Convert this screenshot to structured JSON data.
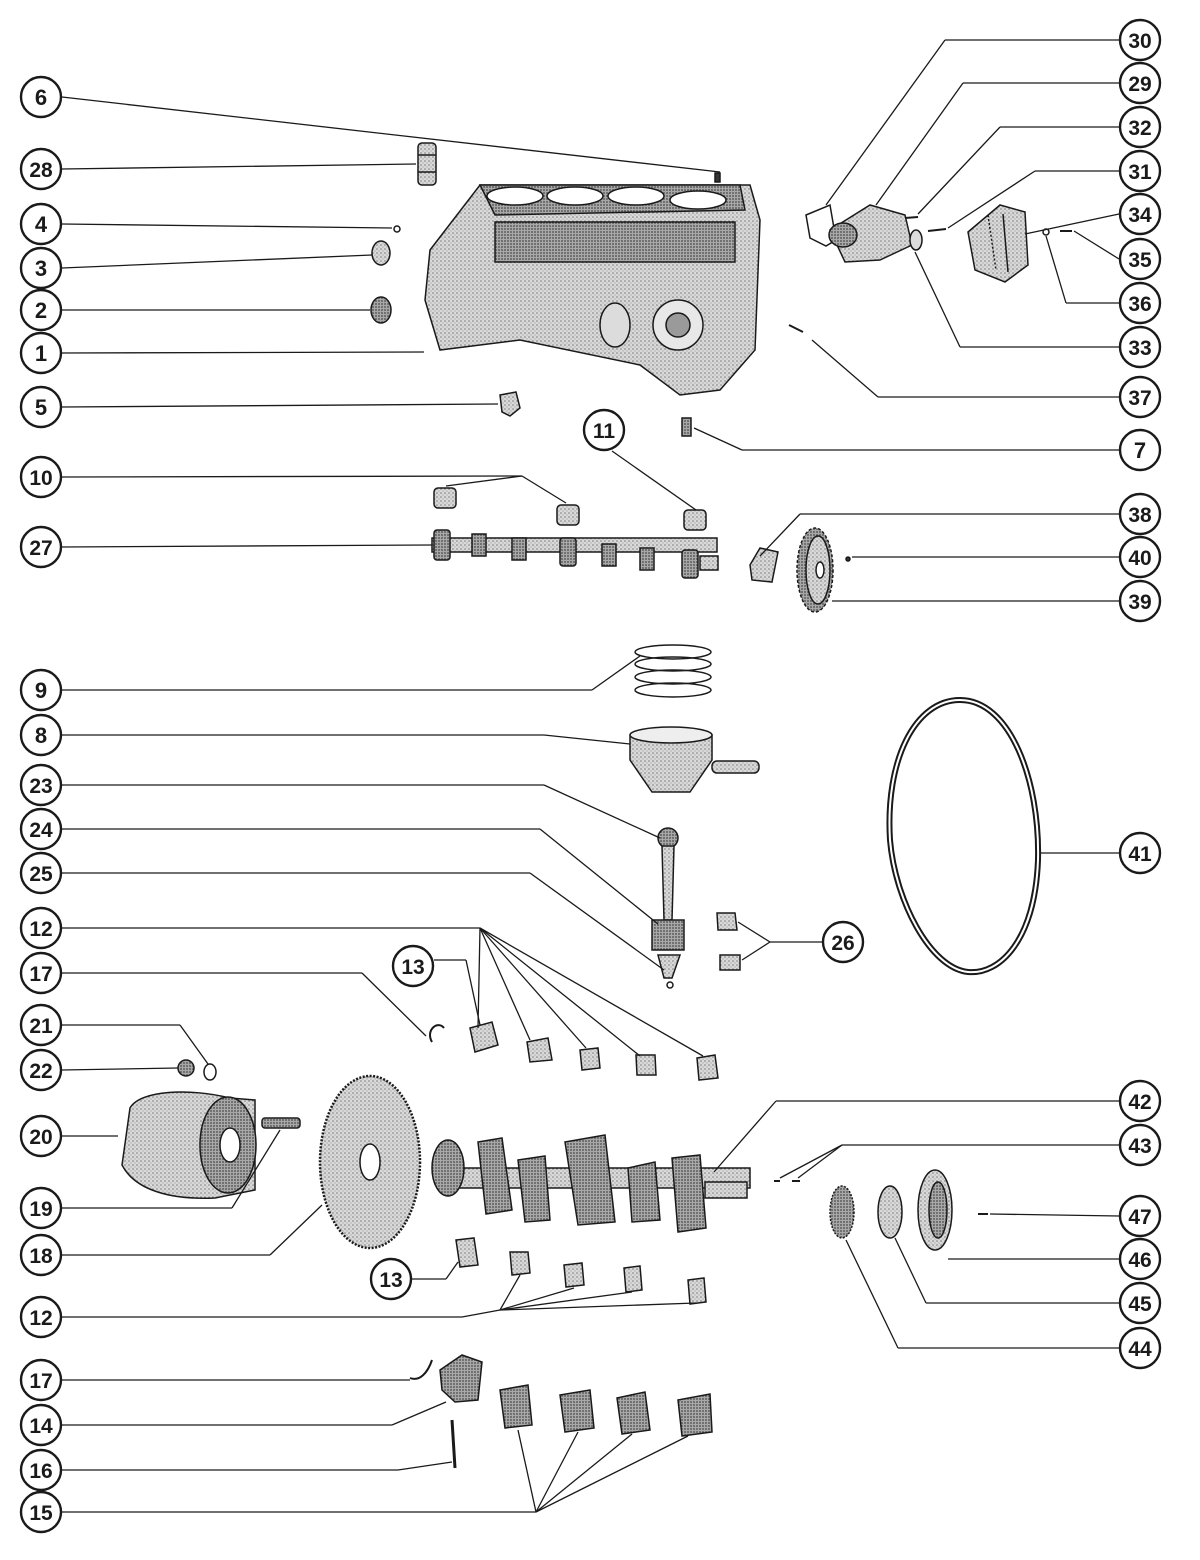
{
  "diagram": {
    "callouts": [
      {
        "id": "c1",
        "label": "1"
      },
      {
        "id": "c2",
        "label": "2"
      },
      {
        "id": "c3",
        "label": "3"
      },
      {
        "id": "c4",
        "label": "4"
      },
      {
        "id": "c5",
        "label": "5"
      },
      {
        "id": "c6",
        "label": "6"
      },
      {
        "id": "c7",
        "label": "7"
      },
      {
        "id": "c8",
        "label": "8"
      },
      {
        "id": "c9",
        "label": "9"
      },
      {
        "id": "c10",
        "label": "10"
      },
      {
        "id": "c11",
        "label": "11"
      },
      {
        "id": "c12a",
        "label": "12"
      },
      {
        "id": "c12b",
        "label": "12"
      },
      {
        "id": "c13a",
        "label": "13"
      },
      {
        "id": "c13b",
        "label": "13"
      },
      {
        "id": "c14",
        "label": "14"
      },
      {
        "id": "c15",
        "label": "15"
      },
      {
        "id": "c16",
        "label": "16"
      },
      {
        "id": "c17a",
        "label": "17"
      },
      {
        "id": "c17b",
        "label": "17"
      },
      {
        "id": "c18",
        "label": "18"
      },
      {
        "id": "c19",
        "label": "19"
      },
      {
        "id": "c20",
        "label": "20"
      },
      {
        "id": "c21",
        "label": "21"
      },
      {
        "id": "c22",
        "label": "22"
      },
      {
        "id": "c23",
        "label": "23"
      },
      {
        "id": "c24",
        "label": "24"
      },
      {
        "id": "c25",
        "label": "25"
      },
      {
        "id": "c26",
        "label": "26"
      },
      {
        "id": "c27",
        "label": "27"
      },
      {
        "id": "c28",
        "label": "28"
      },
      {
        "id": "c29",
        "label": "29"
      },
      {
        "id": "c30",
        "label": "30"
      },
      {
        "id": "c31",
        "label": "31"
      },
      {
        "id": "c32",
        "label": "32"
      },
      {
        "id": "c33",
        "label": "33"
      },
      {
        "id": "c34",
        "label": "34"
      },
      {
        "id": "c35",
        "label": "35"
      },
      {
        "id": "c36",
        "label": "36"
      },
      {
        "id": "c37",
        "label": "37"
      },
      {
        "id": "c38",
        "label": "38"
      },
      {
        "id": "c39",
        "label": "39"
      },
      {
        "id": "c40",
        "label": "40"
      },
      {
        "id": "c41",
        "label": "41"
      },
      {
        "id": "c42",
        "label": "42"
      },
      {
        "id": "c43",
        "label": "43"
      },
      {
        "id": "c44",
        "label": "44"
      },
      {
        "id": "c45",
        "label": "45"
      },
      {
        "id": "c46",
        "label": "46"
      },
      {
        "id": "c47",
        "label": "47"
      }
    ],
    "colors": {
      "ink": "#1a1a1a",
      "shade": "#8a8a8a",
      "light": "#c8c8c8",
      "paper": "#ffffff"
    }
  }
}
